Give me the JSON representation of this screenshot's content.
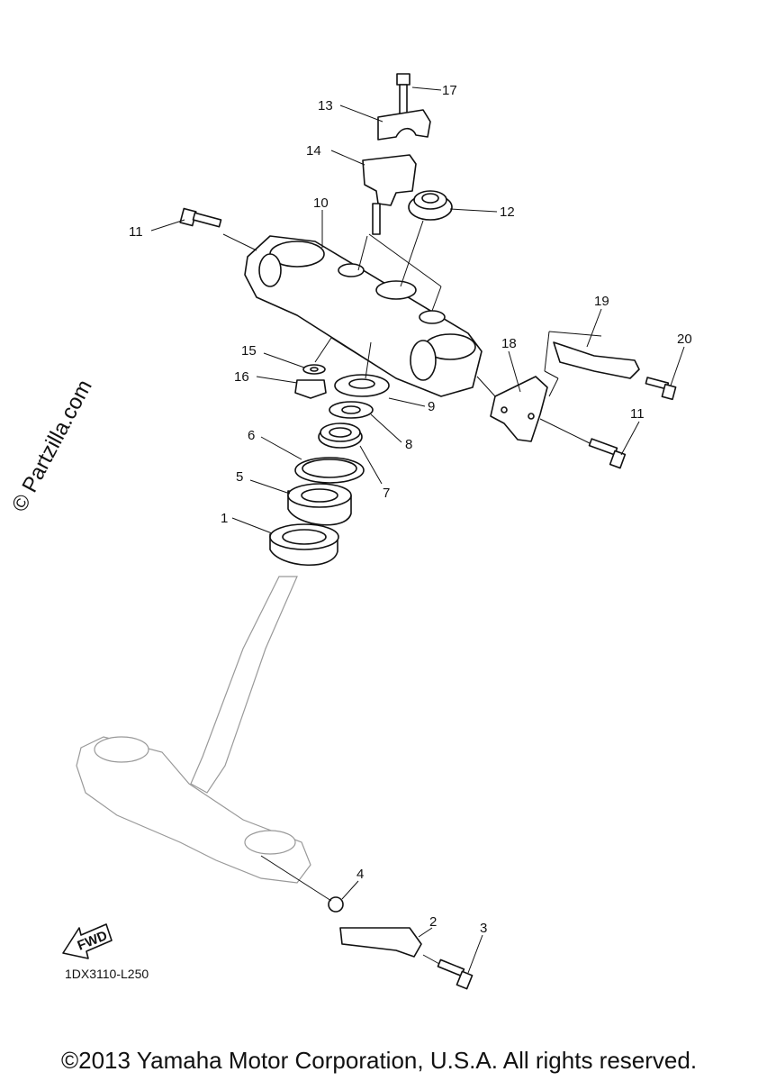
{
  "watermark": "© Partzilla.com",
  "diagram_code": "1DX3110-L250",
  "copyright": "©2013 Yamaha Motor Corporation, U.S.A. All rights reserved.",
  "fwd_label": "FWD",
  "callouts": [
    {
      "id": "c17",
      "label": "17"
    },
    {
      "id": "c13",
      "label": "13"
    },
    {
      "id": "c14",
      "label": "14"
    },
    {
      "id": "c10",
      "label": "10"
    },
    {
      "id": "c12",
      "label": "12"
    },
    {
      "id": "c11a",
      "label": "11"
    },
    {
      "id": "c19",
      "label": "19"
    },
    {
      "id": "c20",
      "label": "20"
    },
    {
      "id": "c18",
      "label": "18"
    },
    {
      "id": "c15",
      "label": "15"
    },
    {
      "id": "c16",
      "label": "16"
    },
    {
      "id": "c9",
      "label": "9"
    },
    {
      "id": "c11b",
      "label": "11"
    },
    {
      "id": "c8",
      "label": "8"
    },
    {
      "id": "c6",
      "label": "6"
    },
    {
      "id": "c7",
      "label": "7"
    },
    {
      "id": "c5",
      "label": "5"
    },
    {
      "id": "c1",
      "label": "1"
    },
    {
      "id": "c4",
      "label": "4"
    },
    {
      "id": "c2",
      "label": "2"
    },
    {
      "id": "c3",
      "label": "3"
    }
  ]
}
